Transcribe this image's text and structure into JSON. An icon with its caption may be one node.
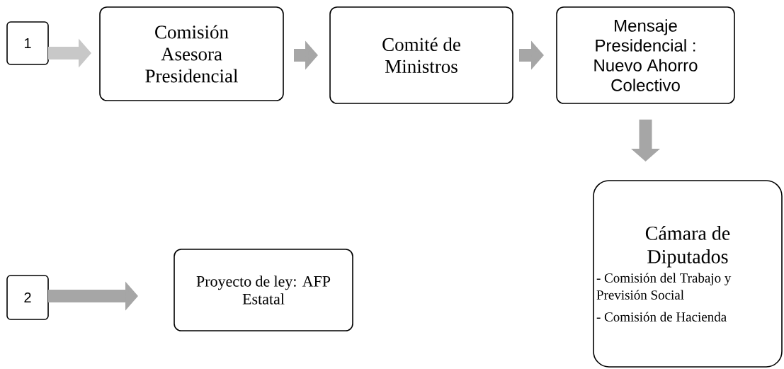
{
  "diagram": {
    "nodes": [
      {
        "text": [
          "1"
        ]
      },
      {
        "text": [
          "Comisión Asesora Presidencial"
        ]
      },
      {
        "text": [
          "Comité de Ministros"
        ]
      },
      {
        "text": [
          "Mensaje Presidencial : Nuevo Ahorro Colectivo"
        ]
      },
      {
        "text": [
          "Cámara de Diputados",
          "- Comisión del Trabajo y Previsión Social",
          "- Comisión de Hacienda"
        ]
      },
      {
        "text": [
          "2"
        ]
      },
      {
        "text": [
          "Proyecto de ley: AFP Estatal"
        ]
      }
    ],
    "edges": [
      {
        "from": 0,
        "to": 1,
        "arrow": "to",
        "color": "#c8c8c8"
      },
      {
        "from": 1,
        "to": 2,
        "arrow": "to"
      },
      {
        "from": 2,
        "to": 3,
        "arrow": "to"
      },
      {
        "from": 3,
        "to": 4,
        "arrow": "to"
      },
      {
        "from": 5,
        "to": 6,
        "arrow": "to"
      }
    ]
  }
}
